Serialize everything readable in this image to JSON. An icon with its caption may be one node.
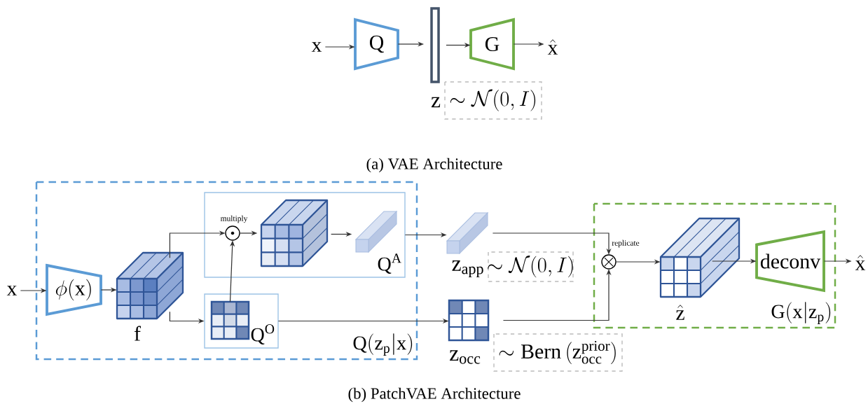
{
  "diagram": {
    "nodes": [
      {
        "text": [
          "\\mathrm{x}"
        ]
      },
      {
        "text": [
          "\\mathrm{Q}"
        ]
      },
      {
        "text": [],
        "shape": "bar"
      },
      {
        "text": [
          "\\sim\\mathcal{N}(0,I)"
        ]
      },
      {
        "text": [
          "\\mathrm{G}"
        ]
      },
      {
        "text": [
          "\\hat{\\mathrm{x}}"
        ]
      },
      {
        "text": [
          "\\mathrm{Q}(\\mathrm{z_p}|\\mathrm{x})"
        ]
      },
      {
        "text": [
          "\\mathrm{x}"
        ]
      },
      {
        "text": [
          "\\phi(\\mathrm{x})"
        ],
        "in": 6
      },
      {
        "text": [],
        "shape": "cube",
        "in": 6,
        "beside": [
          "\\mathrm{f}"
        ]
      },
      {
        "text": [
          "\\mathrm{Q^A}"
        ],
        "in": 6
      },
      {
        "text": [],
        "shape": "circle",
        "in": 10
      },
      {
        "text": [],
        "shape": "cube",
        "in": 10
      },
      {
        "text": [],
        "shape": "prism",
        "in": 10
      },
      {
        "text": [
          "\\mathrm{Q^O}"
        ],
        "in": 6
      },
      {
        "text": [],
        "shape": "grid",
        "in": 14
      },
      {
        "text": [],
        "shape": "prism"
      },
      {
        "text": [
          "\\sim\\mathcal{N}(0,I)"
        ]
      },
      {
        "text": [],
        "shape": "grid"
      },
      {
        "text": [
          "\\sim\\mathrm{Bern}\\left(\\mathrm{z_{occ}^{prior}}\\right)"
        ]
      },
      {
        "text": [
          "\\mathrm{G}(\\mathrm{x}|\\mathrm{z_p})"
        ]
      },
      {
        "text": [],
        "shape": "circle",
        "in": 20
      },
      {
        "text": [],
        "shape": "cube",
        "in": 20,
        "beside": [
          "\\hat{\\mathrm{z}}"
        ]
      },
      {
        "text": [
          "\\mathrm{deconv}"
        ],
        "in": 20
      },
      {
        "text": [
          "\\hat{\\mathrm{x}}"
        ]
      }
    ],
    "edges": [
      {
        "from": 0,
        "to": 1,
        "arrow": "to"
      },
      {
        "from": 1,
        "to": 2,
        "arrow": "to"
      },
      {
        "from": 2,
        "to": 4,
        "arrow": "to"
      },
      {
        "from": 4,
        "to": 5,
        "arrow": "to"
      },
      {
        "from": 7,
        "to": 8,
        "arrow": "to"
      },
      {
        "from": 8,
        "to": 9,
        "arrow": "to"
      },
      {
        "from": 9,
        "to": 11,
        "arrow": "to"
      },
      {
        "from": 9,
        "to": 14,
        "arrow": "to"
      },
      {
        "from": 15,
        "to": 11,
        "arrow": "to"
      },
      {
        "from": 11,
        "to": 12,
        "arrow": "to"
      },
      {
        "from": 12,
        "to": 13,
        "arrow": "to"
      },
      {
        "from": 10,
        "to": 16,
        "arrow": "to"
      },
      {
        "from": 14,
        "to": 18,
        "arrow": "to"
      },
      {
        "from": 16,
        "to": 21,
        "arrow": "to"
      },
      {
        "from": 18,
        "to": 21,
        "arrow": "to"
      },
      {
        "from": 21,
        "to": 22,
        "arrow": "to"
      },
      {
        "from": 22,
        "to": 23,
        "arrow": "to"
      },
      {
        "from": 23,
        "to": 24,
        "arrow": "to"
      }
    ],
    "labels": [
      "z",
      "(a) VAE Architecture",
      "multiply",
      "replicate",
      "z$_{app}$",
      "z$_{occ}$",
      "(b) PatchVAE Architecture"
    ]
  }
}
